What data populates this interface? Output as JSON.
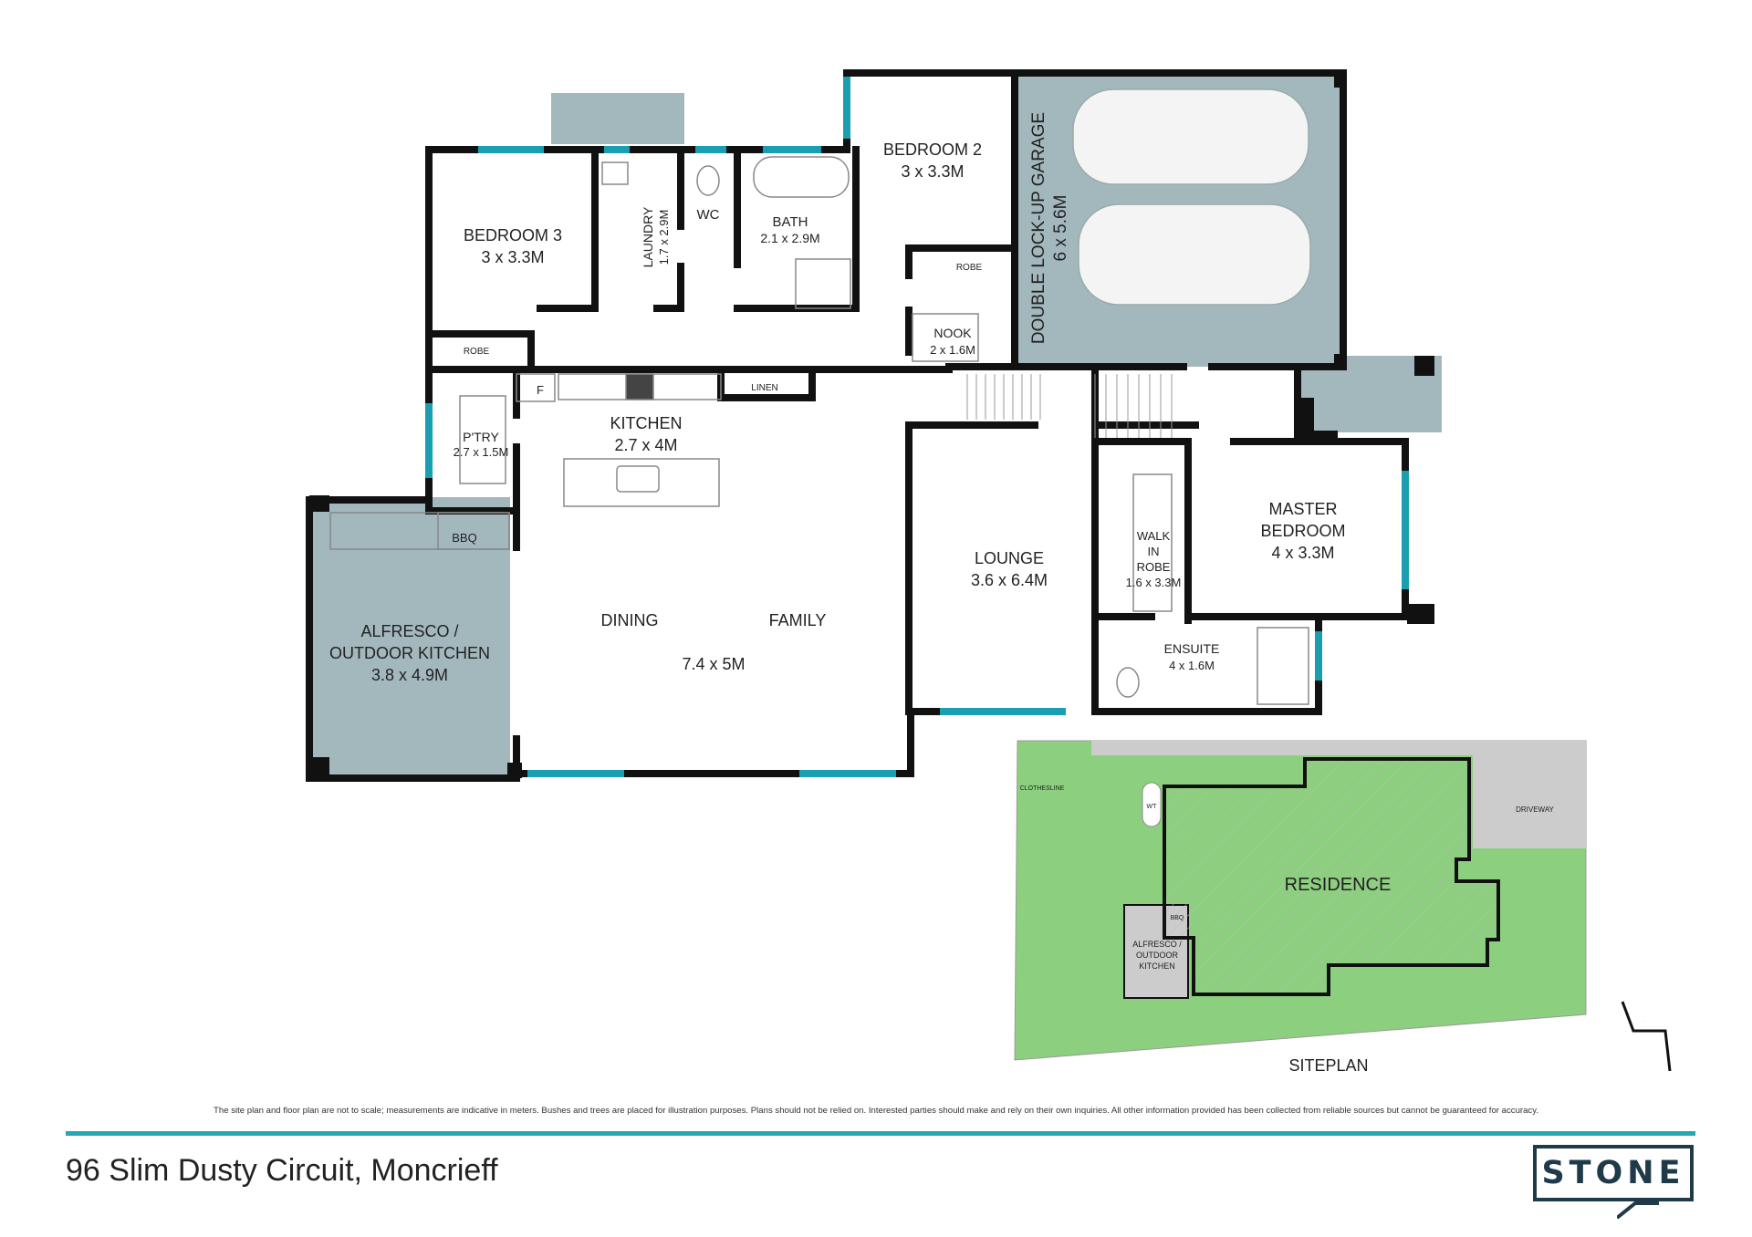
{
  "rooms": {
    "bedroom2": {
      "name": "BEDROOM 2",
      "size": "3 x 3.3M"
    },
    "garage": {
      "name": "DOUBLE LOCK-UP GARAGE",
      "size": "6 x 5.6M"
    },
    "bedroom3": {
      "name": "BEDROOM 3",
      "size": "3 x 3.3M"
    },
    "laundry": {
      "name": "LAUNDRY",
      "size": "1.7 x 2.9M"
    },
    "wc": {
      "name": "WC"
    },
    "bath": {
      "name": "BATH",
      "size": "2.1 x 2.9M"
    },
    "robe_bed2": "ROBE",
    "robe_bed3": "ROBE",
    "nook": {
      "name": "NOOK",
      "size": "2 x  1.6M"
    },
    "linen": "LINEN",
    "fridge": "F",
    "kitchen": {
      "name": "KITCHEN",
      "size": "2.7 x 4M"
    },
    "pantry": {
      "name": "P'TRY",
      "size": "2.7 x 1.5M"
    },
    "bbq": "BBQ",
    "alfresco": {
      "name_line1": "ALFRESCO /",
      "name_line2": "OUTDOOR KITCHEN",
      "size": "3.8 x 4.9M"
    },
    "dining": "DINING",
    "family": "FAMILY",
    "living_size": "7.4 x 5M",
    "lounge": {
      "name": "LOUNGE",
      "size": "3.6 x 6.4M"
    },
    "walkin": {
      "line1": "WALK",
      "line2": "IN",
      "line3": "ROBE",
      "size": "1.6 x 3.3M"
    },
    "master": {
      "line1": "MASTER",
      "line2": "BEDROOM",
      "size": "4 x 3.3M"
    },
    "ensuite": {
      "name": "ENSUITE",
      "size": "4 x 1.6M"
    }
  },
  "siteplan": {
    "title": "SITEPLAN",
    "residence": "RESIDENCE",
    "clothesline": "CLOTHESLINE",
    "driveway": "DRIVEWAY",
    "wt": "WT",
    "bbq": "BBQ",
    "alfresco_line1": "ALFRESCO /",
    "alfresco_line2": "OUTDOOR",
    "alfresco_line3": "KITCHEN"
  },
  "compass": "N",
  "disclaimer": "The site plan and floor plan are not to scale; measurements are indicative in meters. Bushes and trees are placed for illustration purposes. Plans should not be relied on. Interested parties should make and rely on their own inquiries. All other information provided has been collected from reliable sources but cannot be guaranteed for accuracy.",
  "address": "96 Slim Dusty Circuit, Moncrieff",
  "brand": "STONE",
  "colors": {
    "wall": "#111111",
    "window": "#1a9fb0",
    "garage_fill": "#a3b8bd",
    "lawn": "#8ccf7e",
    "paving": "#cccccc",
    "accent_rule": "#26a7b5",
    "brand": "#1f3a48"
  }
}
